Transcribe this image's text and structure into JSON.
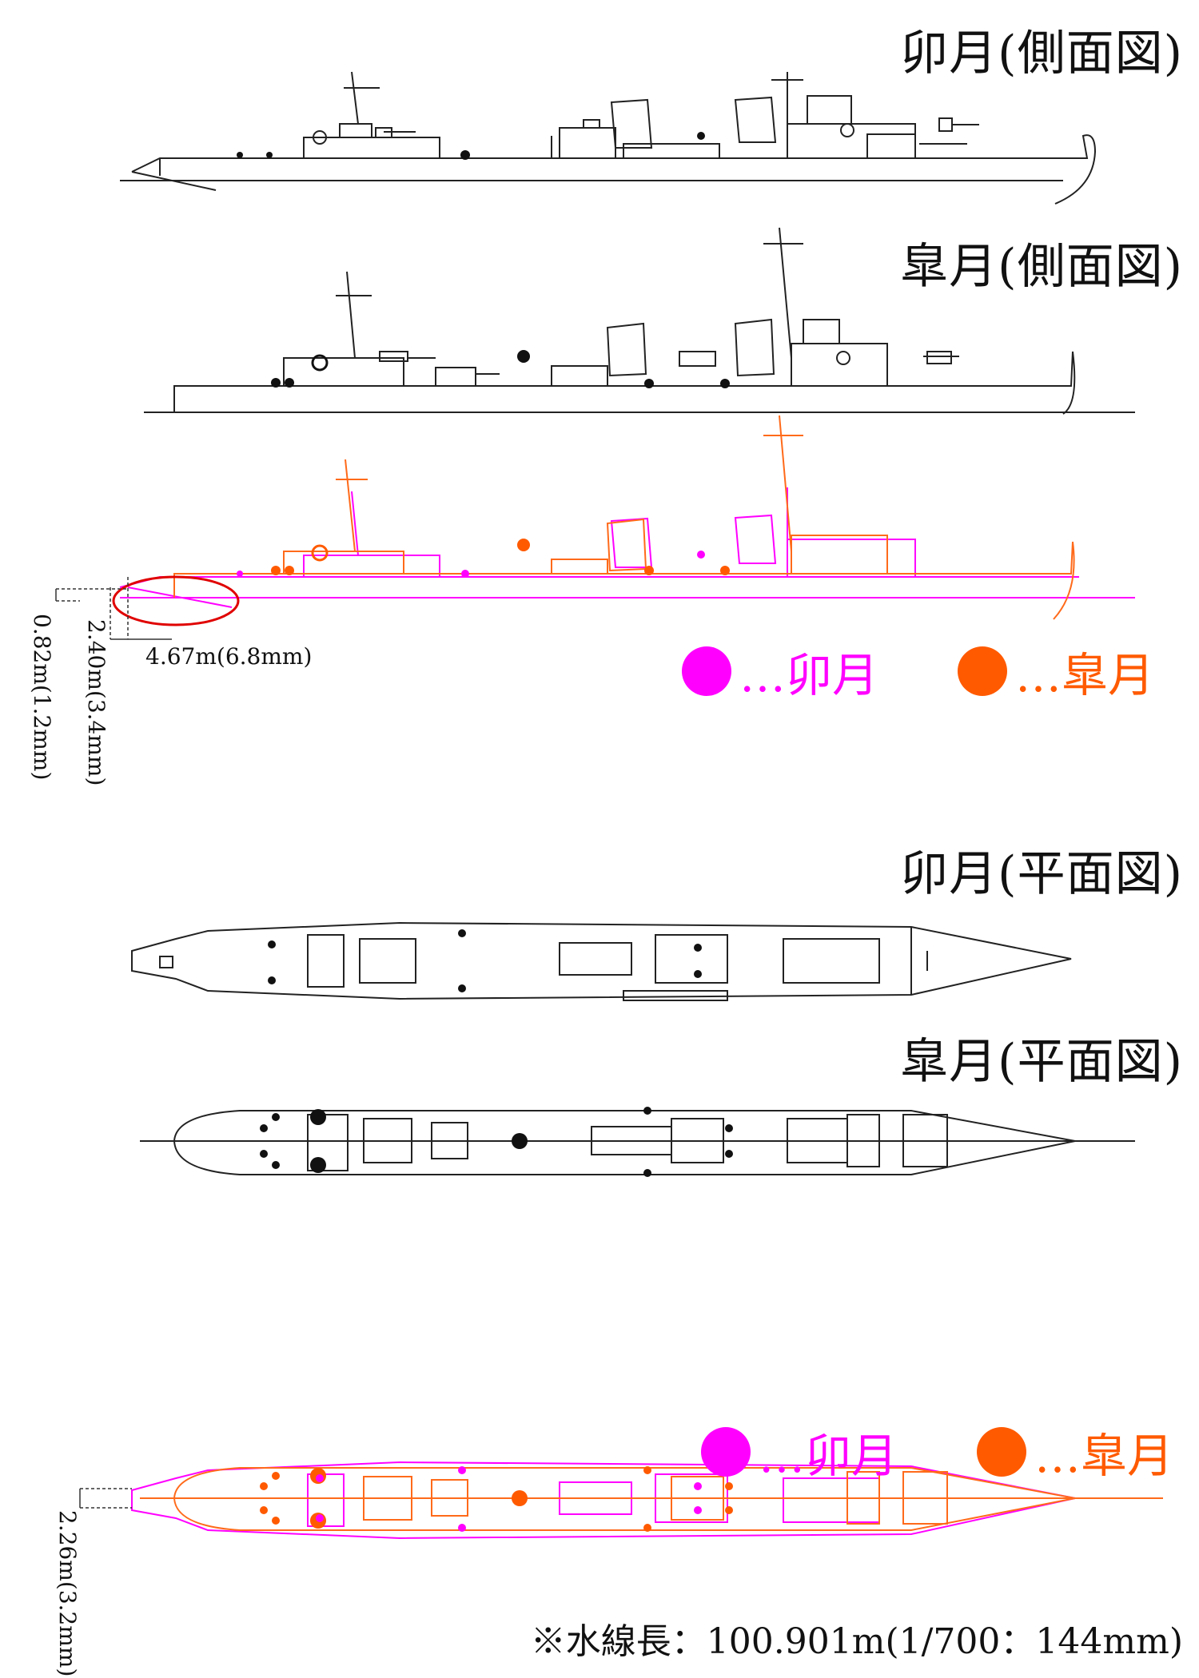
{
  "titles": {
    "uzuki_side": "卯月(側面図)",
    "satsuki_side": "皐月(側面図)",
    "uzuki_plan": "卯月(平面図)",
    "satsuki_plan": "皐月(平面図)"
  },
  "dimensions": {
    "length_diff": "4.67m(6.8mm)",
    "height_diff_a": "2.40m(3.4mm)",
    "height_diff_b": "0.82m(1.2mm)",
    "beam_diff": "2.26m(3.2mm)"
  },
  "legend": {
    "uzuki": {
      "label": "…卯月",
      "color": "#ff00ff"
    },
    "satsuki": {
      "label": "…皐月",
      "color": "#ff5a00"
    }
  },
  "footnote": "※水線長：100.901m(1/700：144mm)"
}
